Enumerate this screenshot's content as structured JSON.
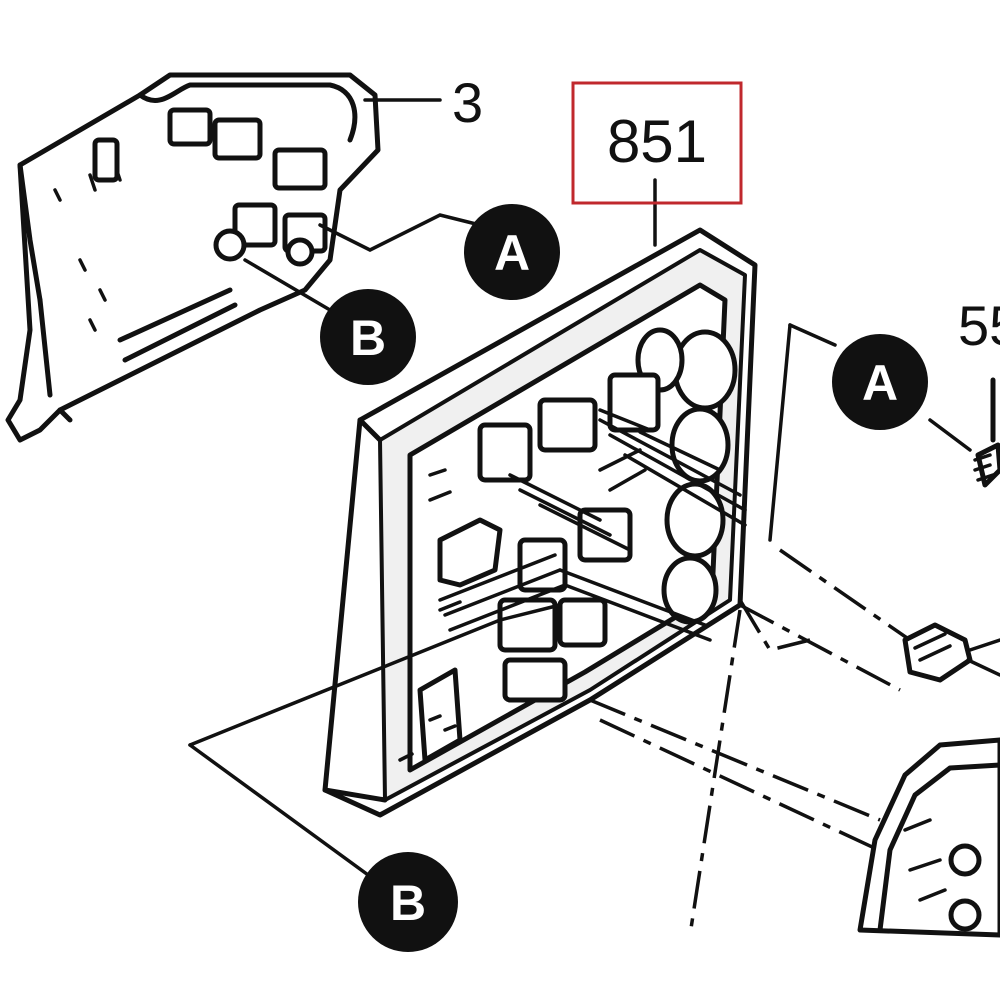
{
  "labels": {
    "part_3": "3",
    "part_851": "851",
    "part_55": "55"
  },
  "badges": {
    "a_top": "A",
    "b_top": "B",
    "a_right": "A",
    "b_bottom": "B"
  },
  "colors": {
    "highlight_box": "#c0282d",
    "ink": "#111111",
    "badge_fill": "#111111"
  }
}
